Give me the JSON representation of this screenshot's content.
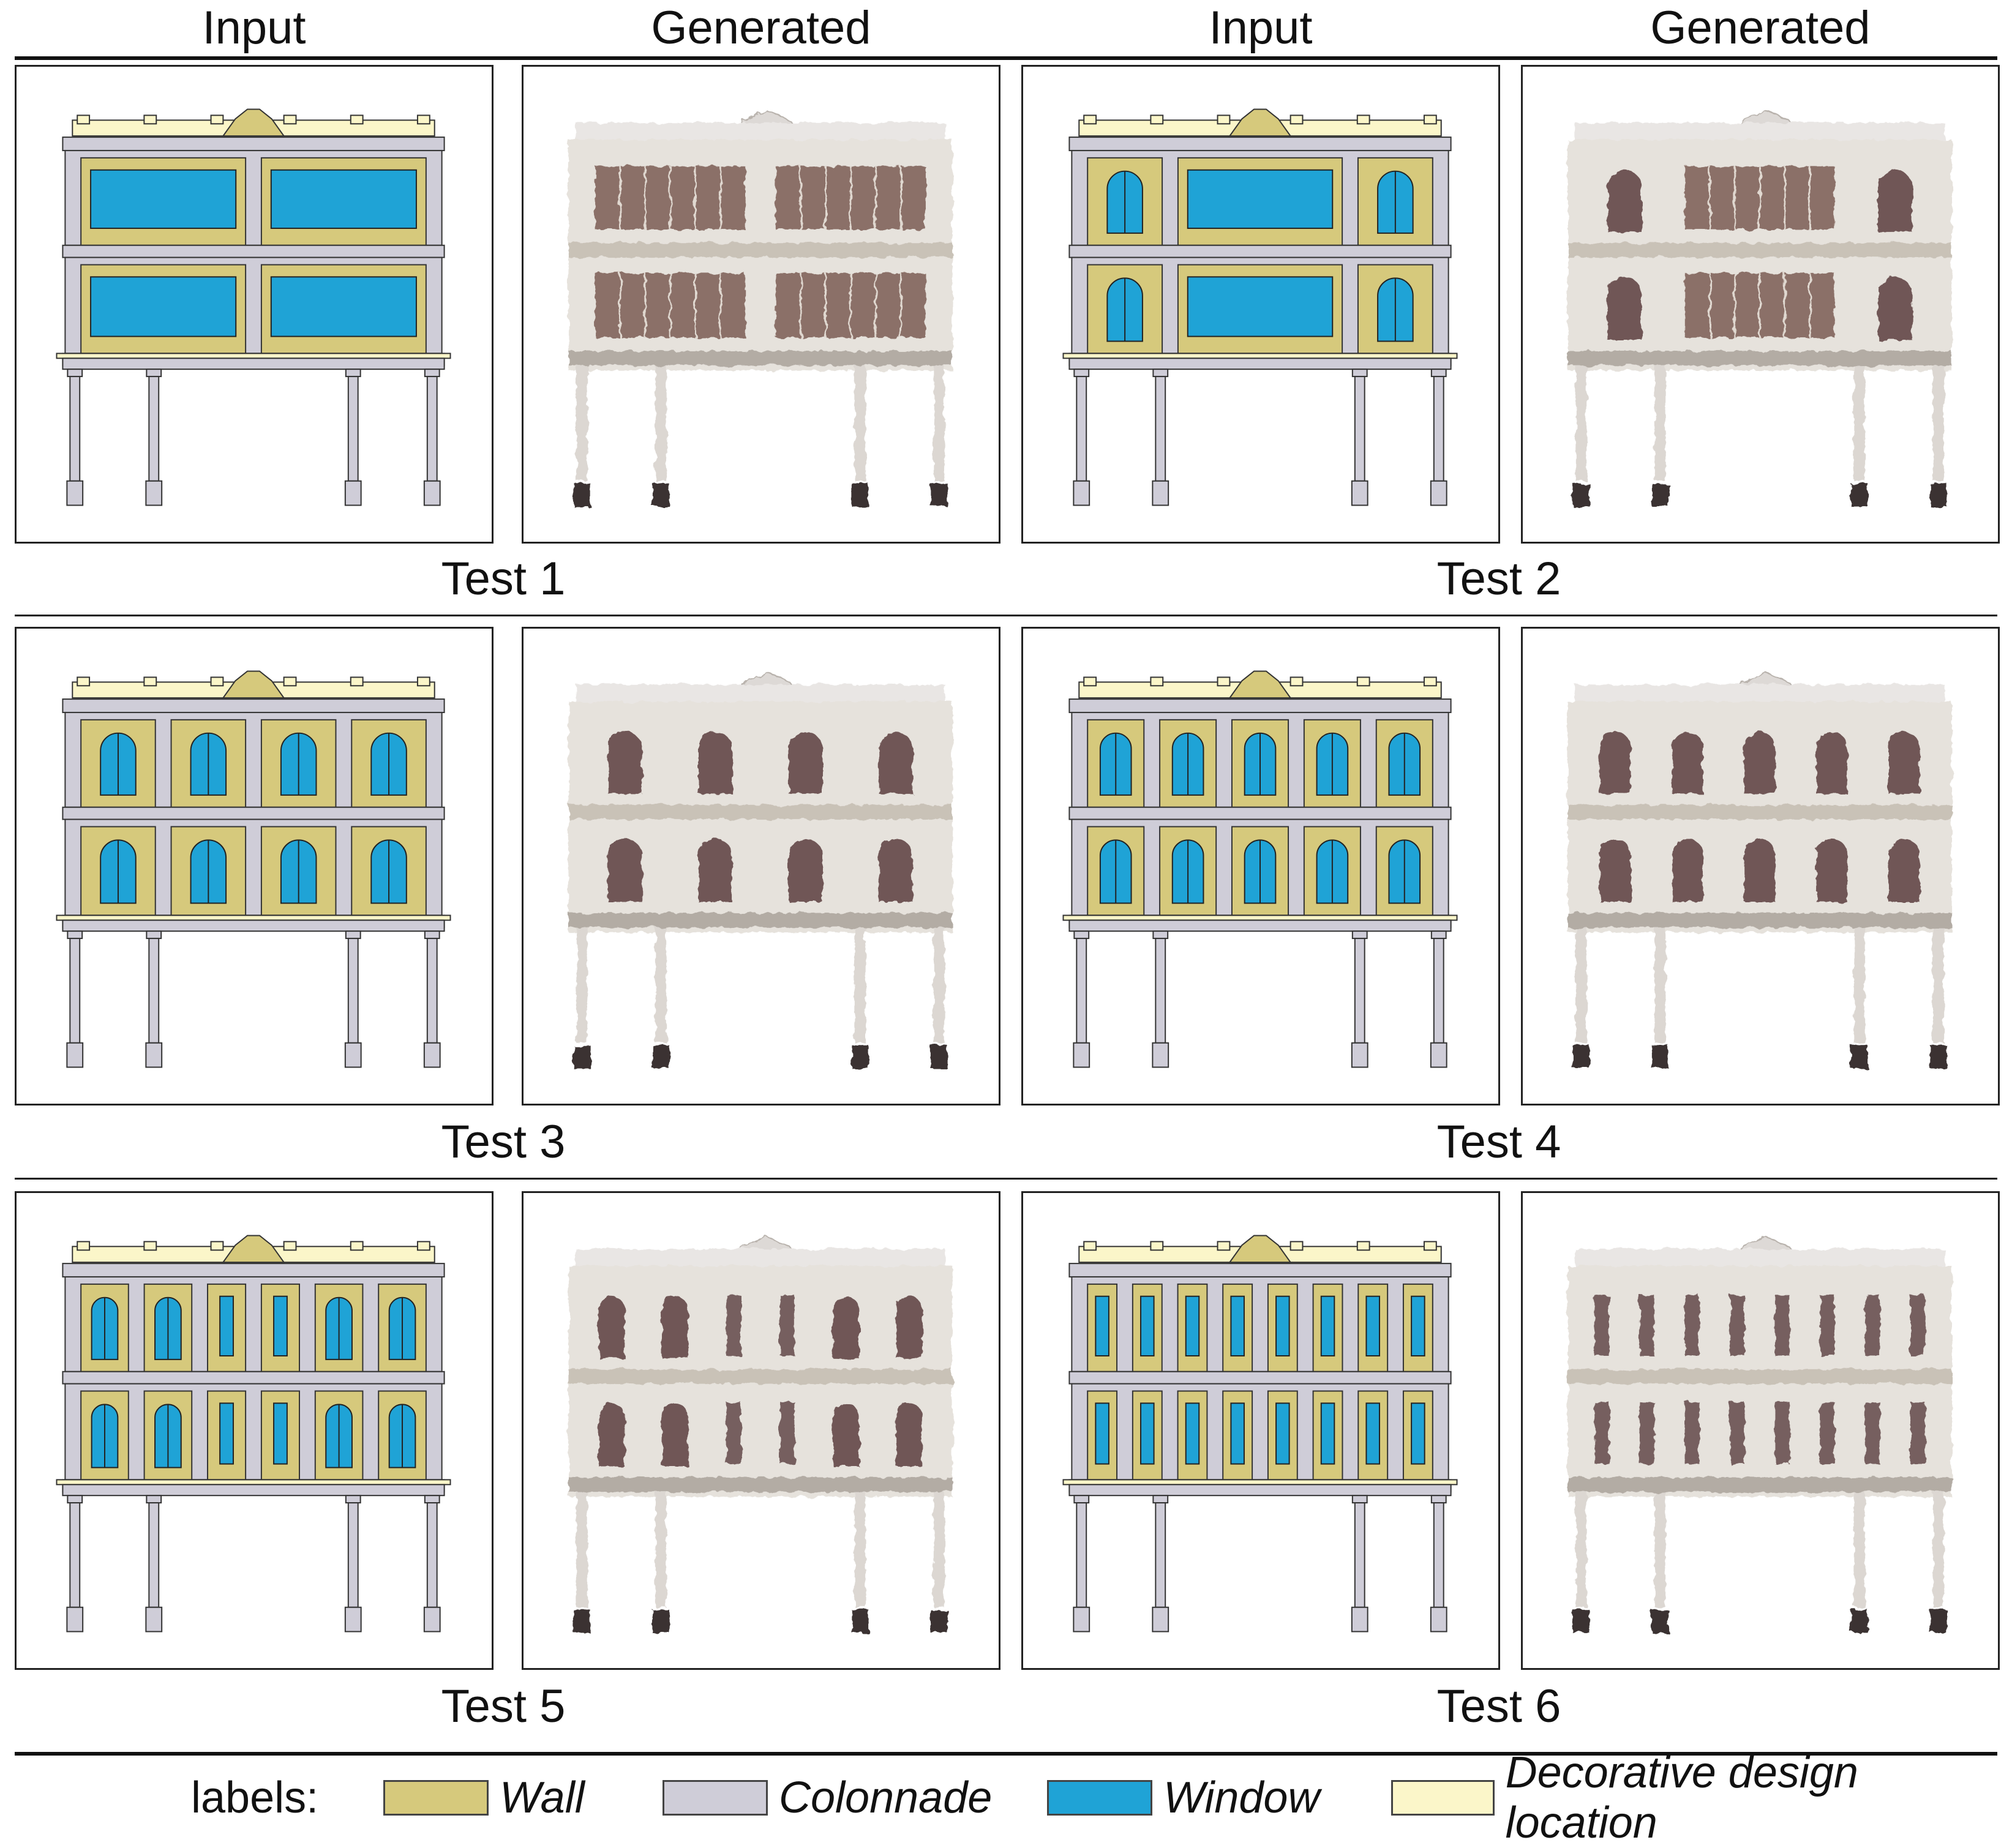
{
  "column_headers": [
    "Input",
    "Generated",
    "Input",
    "Generated"
  ],
  "tests": [
    {
      "label": "Test 1",
      "windows": [
        {
          "type": "rect",
          "count": 2
        }
      ]
    },
    {
      "label": "Test 2",
      "windows": [
        {
          "type": "arched"
        },
        {
          "type": "rect"
        },
        {
          "type": "arched"
        }
      ]
    },
    {
      "label": "Test 3",
      "windows": [
        {
          "type": "arched"
        },
        {
          "type": "arched"
        },
        {
          "type": "arched"
        },
        {
          "type": "arched"
        }
      ]
    },
    {
      "label": "Test 4",
      "windows": [
        {
          "type": "arched"
        },
        {
          "type": "arched"
        },
        {
          "type": "arched"
        },
        {
          "type": "arched"
        },
        {
          "type": "arched"
        }
      ]
    },
    {
      "label": "Test 5",
      "windows": [
        {
          "type": "arched"
        },
        {
          "type": "arched"
        },
        {
          "type": "narrow"
        },
        {
          "type": "narrow"
        },
        {
          "type": "arched"
        },
        {
          "type": "arched"
        }
      ]
    },
    {
      "label": "Test 6",
      "windows": [
        {
          "type": "narrow"
        },
        {
          "type": "narrow"
        },
        {
          "type": "narrow"
        },
        {
          "type": "narrow"
        },
        {
          "type": "narrow"
        },
        {
          "type": "narrow"
        },
        {
          "type": "narrow"
        },
        {
          "type": "narrow"
        }
      ]
    }
  ],
  "legend": {
    "title": "labels:",
    "items": [
      {
        "label": "Wall",
        "color": "#d6c97c"
      },
      {
        "label": "Colonnade",
        "color": "#cfcdd8"
      },
      {
        "label": "Window",
        "color": "#1fa3d6"
      },
      {
        "label": "Decorative design location",
        "color": "#fbf6c9"
      }
    ]
  },
  "colors": {
    "wall": "#d6c97c",
    "colonnade": "#cfcdd8",
    "window": "#1fa3d6",
    "decor": "#fbf6c9",
    "generated_window": "#5a3e3e"
  }
}
